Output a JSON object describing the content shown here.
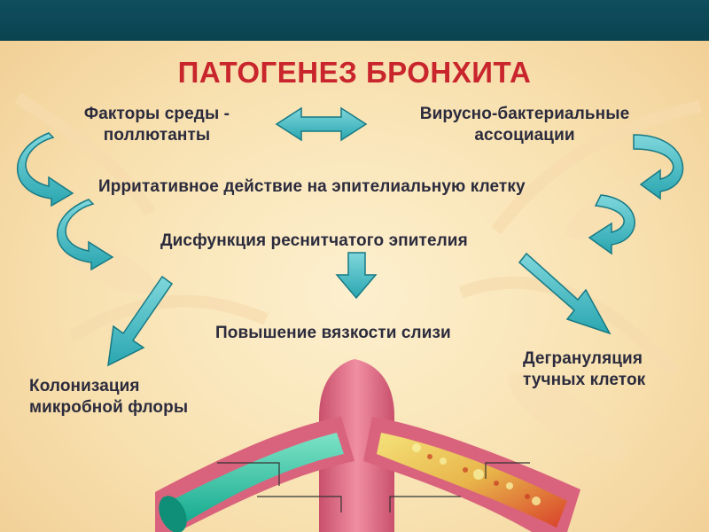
{
  "slide": {
    "title": "ПАТОГЕНЕЗ БРОНХИТА",
    "nodes": {
      "env_factors": [
        "Факторы среды -",
        "поллютанты"
      ],
      "viral": [
        "Вирусно-бактериальные",
        "ассоциации"
      ],
      "irritative": "Ирритативное действие на эпителиальную клетку",
      "dysfunction": "Дисфункция реснитчатого эпителия",
      "viscosity": "Повышение вязкости слизи",
      "colonization": [
        "Колонизация",
        "микробной флоры"
      ],
      "degranulation": [
        "Дегрануляция",
        "тучных клеток"
      ]
    },
    "colors": {
      "topbar": "#0b4350",
      "title": "#c9252c",
      "arrow_fill": "#3cbac3",
      "arrow_stroke": "#177984",
      "text": "#2b2b3d",
      "bronchus": "#e07489"
    },
    "icons": [
      "double-arrow-icon",
      "curved-arrow-icon",
      "down-arrow-icon",
      "diagonal-arrow-icon",
      "bronchus-illustration"
    ]
  }
}
